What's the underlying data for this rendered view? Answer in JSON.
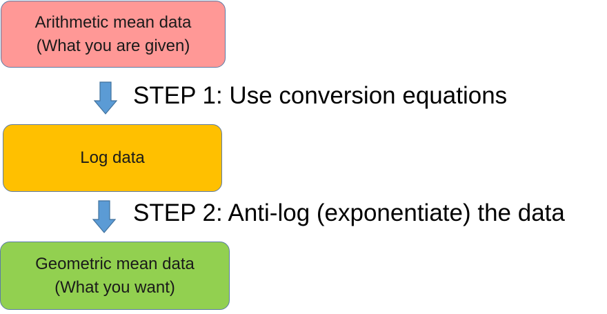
{
  "boxes": {
    "arithmetic": {
      "line1": "Arithmetic mean data",
      "line2": "(What you are given)",
      "color": "#ff9896"
    },
    "log": {
      "line1": "Log data",
      "color": "#ffc000"
    },
    "geometric": {
      "line1": "Geometric mean data",
      "line2": "(What you want)",
      "color": "#92d050"
    }
  },
  "steps": {
    "step1": "STEP 1: Use conversion equations",
    "step2": "STEP 2: Anti-log (exponentiate) the data"
  },
  "arrow_color": "#5b9bd5",
  "border_color": "#5b7ba6"
}
